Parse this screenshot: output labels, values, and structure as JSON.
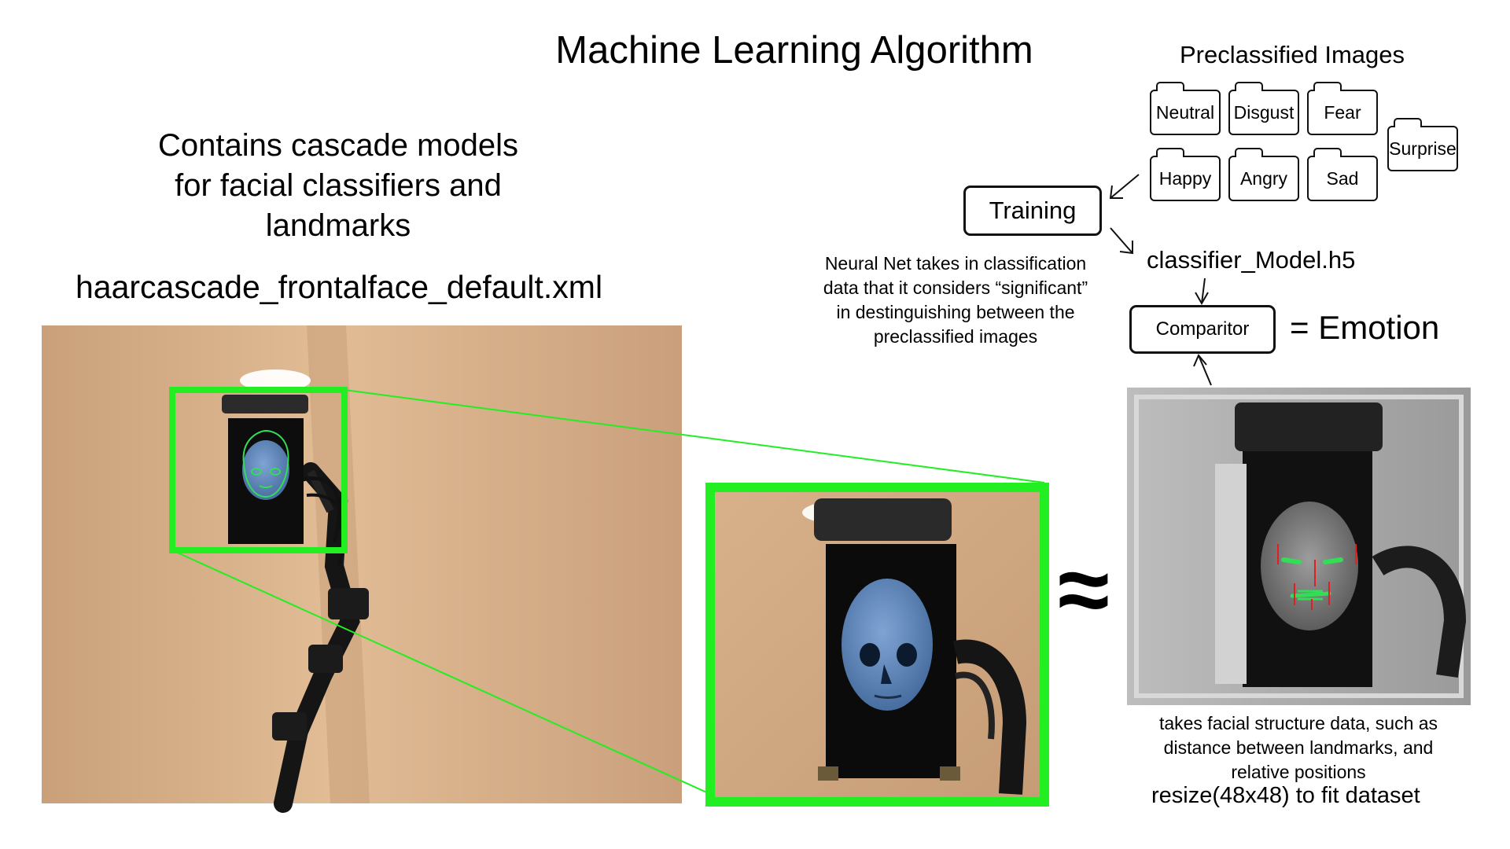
{
  "title": "Machine Learning Algorithm",
  "left_heading": [
    "Contains cascade models",
    "for  facial classifiers and",
    "landmarks"
  ],
  "xml_name": "haarcascade_frontalface_default.xml",
  "preclassified": {
    "title": "Preclassified Images",
    "folders": [
      "Neutral",
      "Disgust",
      "Fear",
      "Surprise",
      "Happy",
      "Angry",
      "Sad"
    ]
  },
  "training_label": "Training",
  "nn_text": [
    "Neural Net takes in classification",
    "data that it considers “significant”",
    "in destinguishing between the",
    "preclassified images"
  ],
  "model_file": "classifier_Model.h5",
  "comparitor_label": "Comparitor",
  "emotion_label": "= Emotion",
  "approx_symbol": "≈",
  "face_text": [
    "takes facial structure data, such as",
    "distance between landmarks, and",
    "relative positions"
  ],
  "resize_text": "resize(48x48) to fit dataset",
  "colors": {
    "highlight_green": "#22ee22",
    "landmark_green": "#33dd55",
    "landmark_red": "#e02020"
  }
}
